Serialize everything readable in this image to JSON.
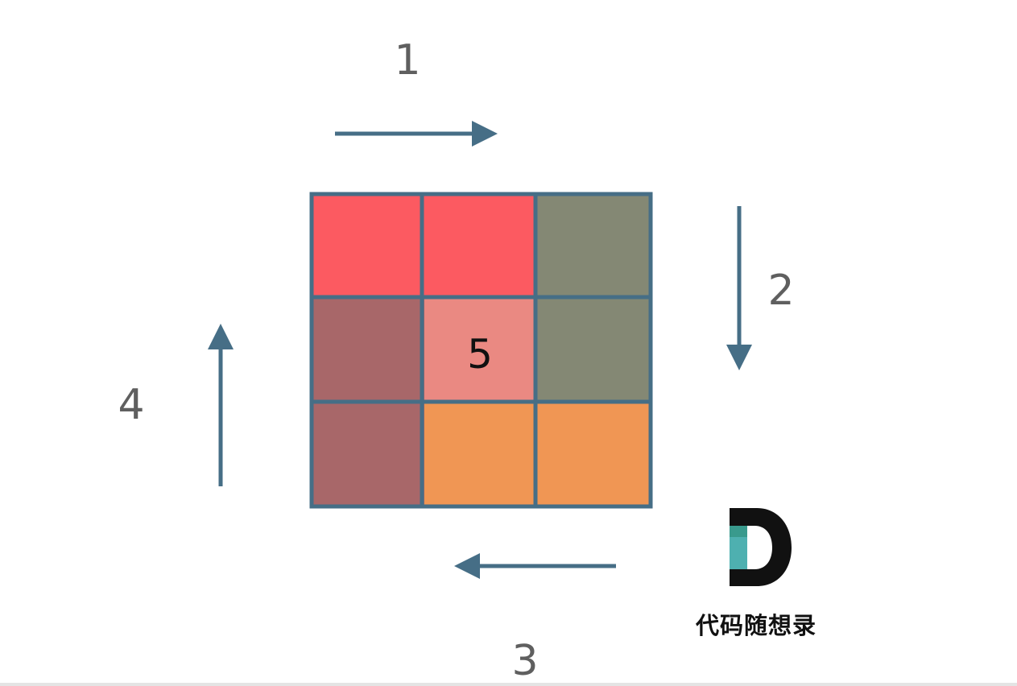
{
  "steps": {
    "top": "1",
    "right": "2",
    "bottom": "3",
    "left": "4"
  },
  "center_label": "5",
  "brand": {
    "text": "代码随想录"
  },
  "colors": {
    "grid_border": "#466e86",
    "arrow": "#466e86",
    "step_text": "#5f5f5f",
    "cells": [
      [
        "#fc5a61",
        "#fc5a61",
        "#848874"
      ],
      [
        "#a86769",
        "#ea8982",
        "#848874"
      ],
      [
        "#a86769",
        "#f09654",
        "#f09654"
      ]
    ],
    "logo_dark": "#111111",
    "logo_teal_top": "#399a8d",
    "logo_teal_bottom": "#4eb0b0"
  }
}
